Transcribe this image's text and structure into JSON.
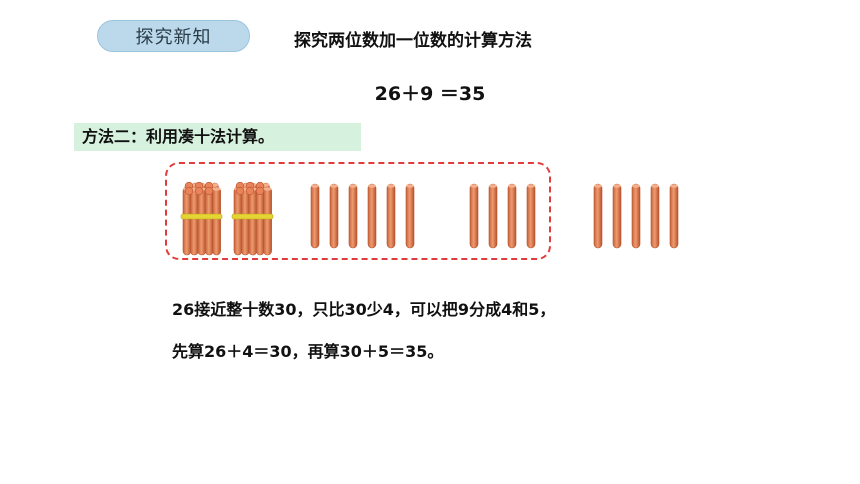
{
  "header": {
    "section_badge": "探究新知",
    "title": "探究两位数加一位数的计算方法"
  },
  "equation": "26＋9 ＝35",
  "method": {
    "label": "方法二：利用凑十法计算。"
  },
  "sticks": {
    "bundles_of_ten": 2,
    "singles_in_box": 6,
    "singles_group_a": 4,
    "singles_group_b": 5,
    "colors": {
      "stick": "#e8835a",
      "stick_shade": "#b9542e",
      "band": "#e5d534",
      "box_border": "#e23b3b"
    }
  },
  "explanation": {
    "line1": "26接近整十数30，只比30少4，可以把9分成4和5，",
    "line2": "先算26＋4＝30，再算30＋5＝35。"
  }
}
